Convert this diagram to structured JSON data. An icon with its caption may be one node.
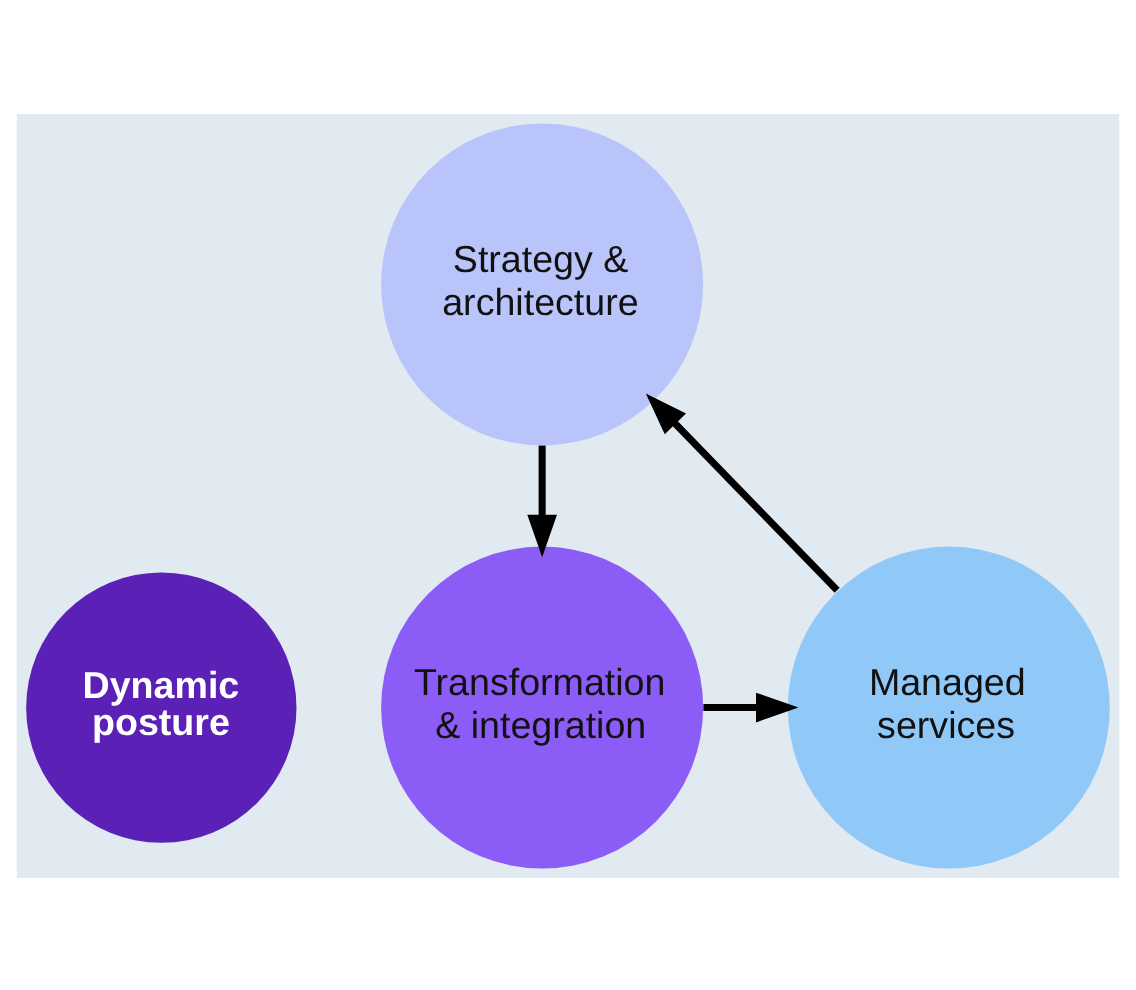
{
  "diagram": {
    "nodes": [
      {
        "text": [
          "Strategy & architecture"
        ]
      },
      {
        "text": [
          "Dynamic posture"
        ]
      },
      {
        "text": [
          "Transformation & integration"
        ]
      },
      {
        "text": [
          "Managed services"
        ]
      }
    ],
    "edges": [
      {
        "from": 0,
        "to": 2,
        "arrow": "to"
      },
      {
        "from": 2,
        "to": 3,
        "arrow": "to"
      },
      {
        "from": 3,
        "to": 0,
        "arrow": "to"
      }
    ]
  }
}
